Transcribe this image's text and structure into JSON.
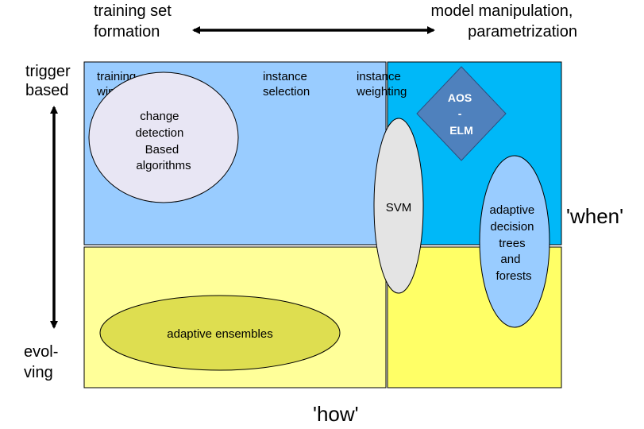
{
  "top": {
    "left_label": [
      "training set",
      "formation"
    ],
    "right_label": [
      "model manipulation,",
      "parametrization"
    ]
  },
  "side": {
    "top_label": [
      "trigger",
      "based"
    ],
    "bottom_label": [
      "evol-",
      "ving"
    ]
  },
  "axes": {
    "vertical_label": "'when'",
    "horizontal_label": "'how'"
  },
  "quadrant_labels": {
    "training_windows": [
      "training",
      "windows"
    ],
    "instance_selection": [
      "instance",
      "selection"
    ],
    "instance_weighting": [
      "instance",
      "weighting"
    ]
  },
  "shapes": {
    "change_detection": [
      "change",
      "detection",
      "Based",
      "algorithms"
    ],
    "adaptive_ensembles": "adaptive ensembles",
    "svm": "SVM",
    "aos_elm": [
      "AOS",
      "-",
      "ELM"
    ],
    "adaptive_trees": [
      "adaptive",
      "decision",
      "trees",
      "and",
      "forests"
    ]
  },
  "colors": {
    "top_left": "#99ccff",
    "top_right": "#00b8f8",
    "bottom": "#ffff99",
    "bottom_right": "#ffff66",
    "ellipse_change": "#e8e6f4",
    "ellipse_ensembles": "#dede50",
    "svm": "#e4e4e4",
    "diamond": "#4f81bd",
    "trees": "#99ccff"
  }
}
